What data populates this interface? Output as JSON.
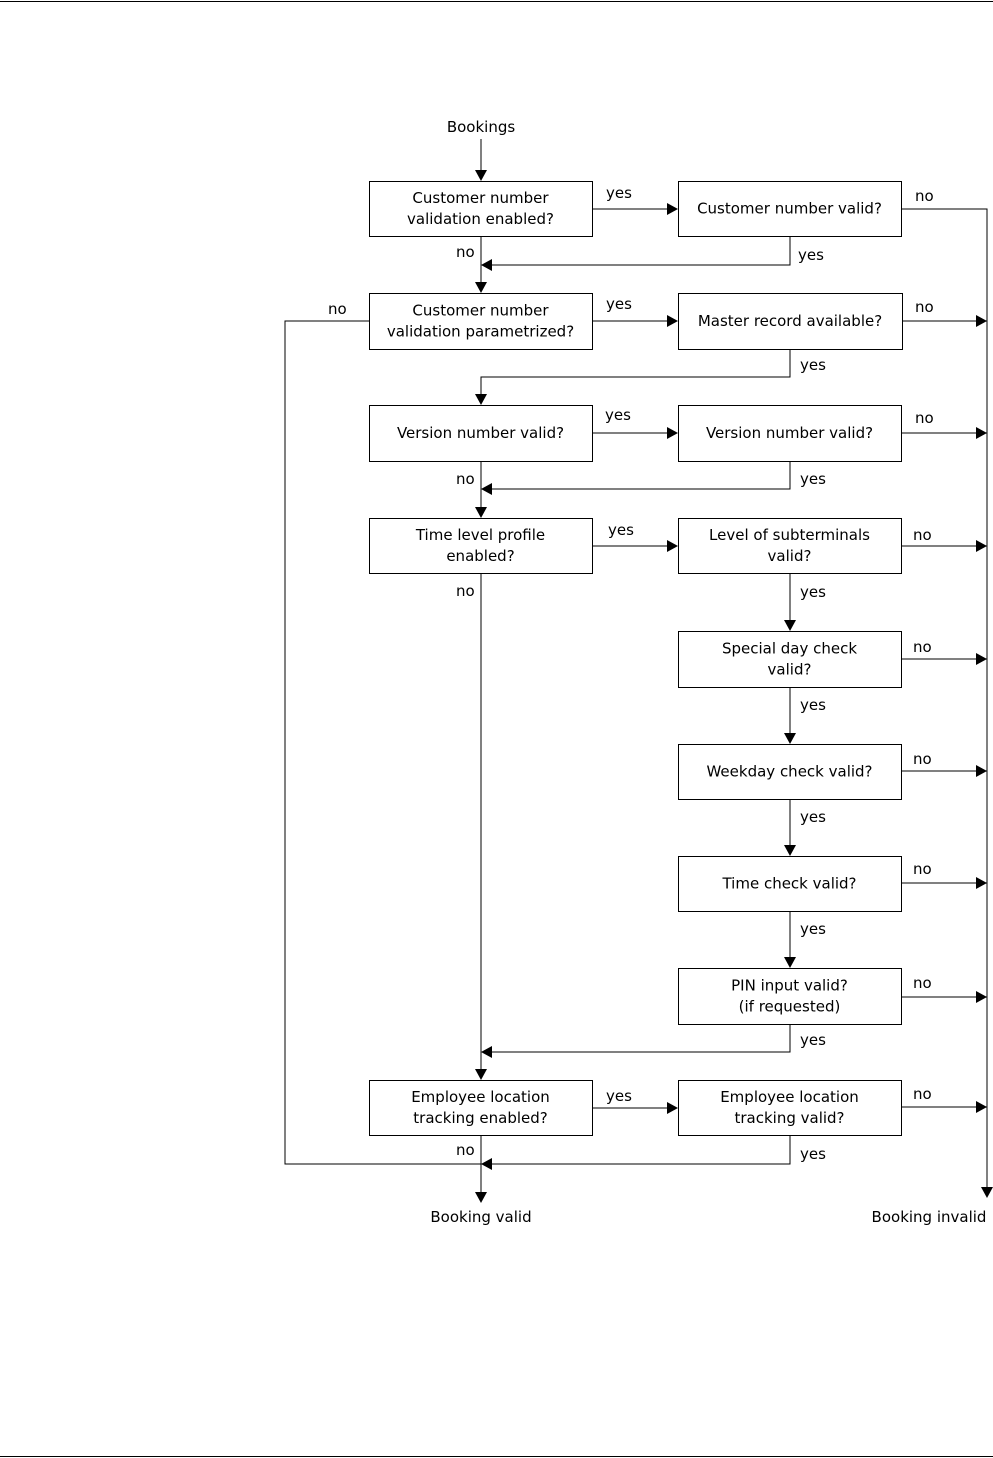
{
  "start": "Bookings",
  "end_valid": "Booking valid",
  "end_invalid": "Booking invalid",
  "yes": "yes",
  "no": "no",
  "boxes": {
    "cust_enabled": [
      "Customer number",
      "validation enabled?"
    ],
    "cust_valid": [
      "Customer number valid?"
    ],
    "cust_param": [
      "Customer number",
      "validation parametrized?"
    ],
    "master_record": [
      "Master record available?"
    ],
    "version_left": [
      "Version number valid?"
    ],
    "version_right": [
      "Version number valid?"
    ],
    "time_profile": [
      "Time level profile",
      "enabled?"
    ],
    "subterminals": [
      "Level of subterminals",
      "valid?"
    ],
    "special_day": [
      "Special day check",
      "valid?"
    ],
    "weekday": [
      "Weekday check valid?"
    ],
    "time_check": [
      "Time check valid?"
    ],
    "pin": [
      "PIN input valid?",
      "(if requested)"
    ],
    "loc_enabled": [
      "Employee location",
      "tracking enabled?"
    ],
    "loc_valid": [
      "Employee location",
      "tracking valid?"
    ]
  }
}
